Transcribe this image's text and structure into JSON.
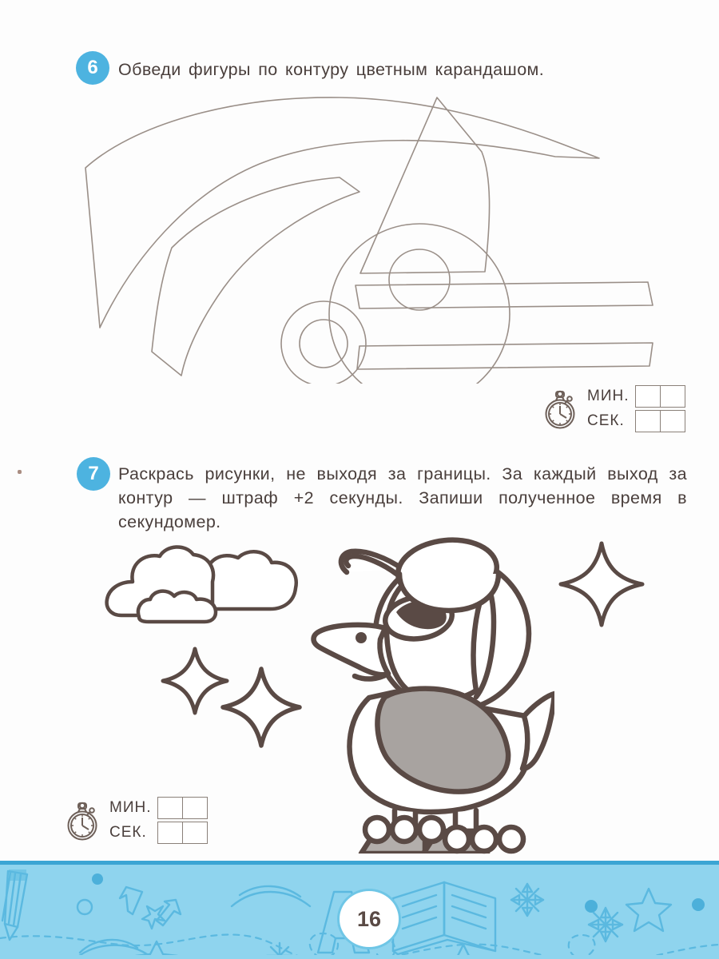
{
  "page": {
    "number": "16",
    "background_color": "#fdfdfd",
    "accent_color": "#4db3e0",
    "ink_color": "#4a3f3c",
    "outline_color": "#8a8079"
  },
  "tasks": [
    {
      "number": "6",
      "instruction": "Обведи фигуры по контуру цветным карандашом.",
      "illustration": "geometric-outline-shapes",
      "answer": {
        "icon": "stopwatch-icon",
        "rows": [
          {
            "label": "МИН.",
            "cells": [
              "",
              ""
            ]
          },
          {
            "label": "СЕК.",
            "cells": [
              "",
              ""
            ]
          }
        ]
      }
    },
    {
      "number": "7",
      "instruction": "Раскрась рисунки, не выходя за границы. За каждый выход за контур — штраф +2 секунды. Запиши полученное время в секундомер.",
      "illustration": "duck-pilot-on-roller-skates-with-clouds-and-sparkles",
      "answer": {
        "icon": "stopwatch-icon",
        "rows": [
          {
            "label": "МИН.",
            "cells": [
              "",
              ""
            ]
          },
          {
            "label": "СЕК.",
            "cells": [
              "",
              ""
            ]
          }
        ]
      }
    }
  ],
  "footer": {
    "band_color": "#8fd4ee",
    "border_color": "#3ba5d4",
    "page_number": "16",
    "decorations": [
      "pencil-icon",
      "dot-icon",
      "circle-outline-icon",
      "multiplication-1x1-icon",
      "arc-lines-icon",
      "letter-a-icon",
      "open-book-icon",
      "snowflake-icon",
      "star-outline-icon",
      "letter-be-icon",
      "letter-ge-icon",
      "dotted-wave-icon"
    ]
  }
}
